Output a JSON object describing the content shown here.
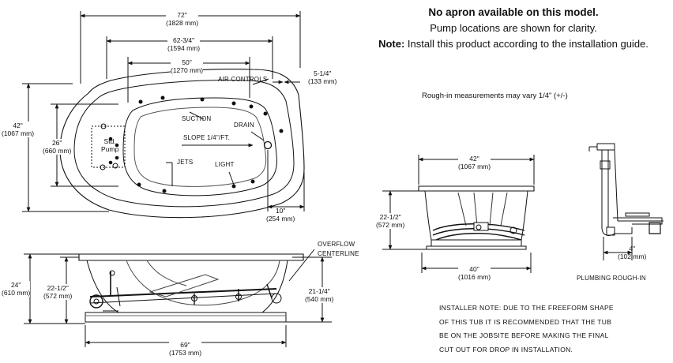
{
  "notes": {
    "apron": "No apron available on this model.",
    "pump": "Pump locations are shown for clarity.",
    "install_key": "Note:",
    "install_text": " Install this product according to the installation guide.",
    "roughin_variance": "Rough-in measurements may vary 1/4\" (+/-)"
  },
  "plan_view": {
    "dim_72": {
      "in": "72\"",
      "mm": "(1828 mm)"
    },
    "dim_62_75": {
      "in": "62-3/4\"",
      "mm": "(1594 mm)"
    },
    "dim_50": {
      "in": "50\"",
      "mm": "(1270 mm)"
    },
    "dim_5_25": {
      "in": "5-1/4\"",
      "mm": "(133 mm)"
    },
    "dim_42": {
      "in": "42\"",
      "mm": "(1067 mm)"
    },
    "dim_26": {
      "in": "26\"",
      "mm": "(660 mm)"
    },
    "dim_10": {
      "in": "10\"",
      "mm": "(254 mm)"
    },
    "air_controls": "AIR CONTROLS",
    "suction": "SUCTION",
    "drain": "DRAIN",
    "slope": "SLOPE 1/4\"/FT.",
    "std": "Std.",
    "pump": "Pump",
    "jets": "JETS",
    "light": "LIGHT"
  },
  "side_view": {
    "overflow_1": "OVERFLOW",
    "overflow_2": "CENTERLINE",
    "dim_24": {
      "in": "24\"",
      "mm": "(610 mm)"
    },
    "dim_22_5": {
      "in": "22-1/2\"",
      "mm": "(572 mm)"
    },
    "dim_21_25": {
      "in": "21-1/4\"",
      "mm": "(540 mm)"
    },
    "dim_69": {
      "in": "69\"",
      "mm": "(1753 mm)"
    }
  },
  "end_view": {
    "dim_42": {
      "in": "42\"",
      "mm": "(1067 mm)"
    },
    "dim_22_5": {
      "in": "22-1/2\"",
      "mm": "(572 mm)"
    },
    "dim_40": {
      "in": "40\"",
      "mm": "(1016 mm)"
    }
  },
  "plumbing": {
    "dim_4": {
      "in": "4\"",
      "mm": "(102 mm)"
    },
    "title": "PLUMBING ROUGH-IN"
  },
  "installer_note": [
    "INSTALLER NOTE: DUE TO THE FREEFORM SHAPE",
    "OF THIS TUB IT IS RECOMMENDED THAT THE TUB",
    "BE ON THE JOBSITE BEFORE MAKING THE FINAL",
    "CUT OUT FOR DROP IN INSTALLATION."
  ]
}
